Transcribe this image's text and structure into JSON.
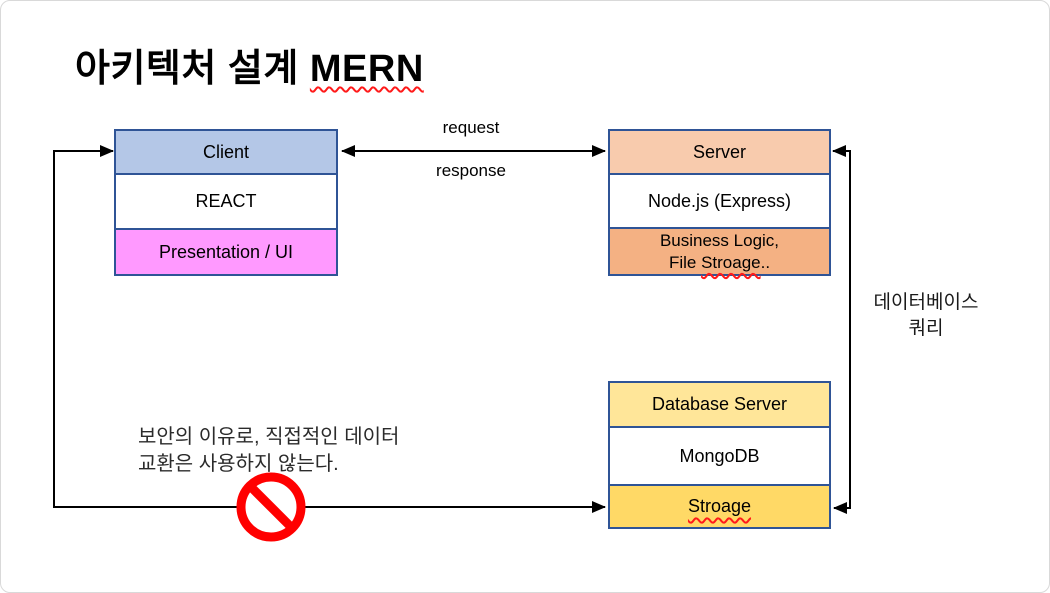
{
  "title": {
    "korean": "아키텍처 설계 ",
    "acronym": "MERN"
  },
  "client_box": {
    "header": "Client",
    "middle": "REACT",
    "bottom": "Presentation / UI"
  },
  "server_box": {
    "header": "Server",
    "middle": "Node.js (Express)",
    "bottom_line1": "Business Logic,",
    "bottom_line2_prefix": "File ",
    "bottom_line2_word": "Stroage",
    "bottom_line2_suffix": ".."
  },
  "database_box": {
    "header": "Database Server",
    "middle": "MongoDB",
    "bottom": "Stroage"
  },
  "labels": {
    "request": "request",
    "response": "response",
    "db_query_line1": "데이터베이스",
    "db_query_line2": "쿼리",
    "security_note_line1": "보안의 이유로, 직접적인 데이터",
    "security_note_line2": "교환은 사용하지 않는다."
  },
  "colors": {
    "box_border": "#2F5496",
    "client_header_fill": "#B4C7E7",
    "presentation_fill": "#FF99FF",
    "server_header_fill": "#F8CBAD",
    "business_logic_fill": "#F4B183",
    "db_header_fill": "#FFE699",
    "storage_fill": "#FFD966",
    "connector": "#000000",
    "prohibition_red": "#FF0000",
    "squiggle_red": "#FF1A1A"
  }
}
